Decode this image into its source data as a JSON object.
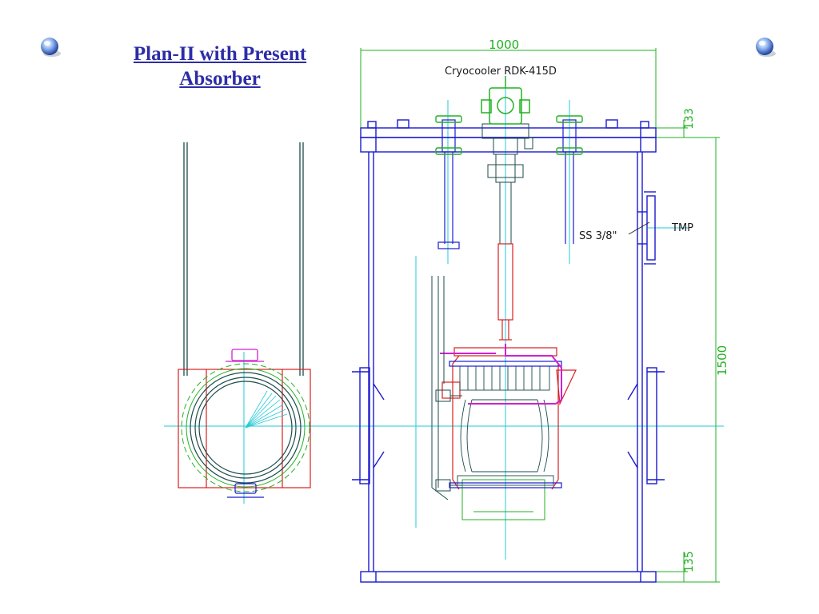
{
  "slide": {
    "title_line1": "Plan-II with Present",
    "title_line2": "Absorber"
  },
  "drawing": {
    "dim_width": "1000",
    "dim_height": "1500",
    "dim_top_gap": "133",
    "dim_bottom_gap": "135",
    "cryocooler_label": "Cryocooler RDK-415D",
    "pipe_label": "SS 3/8\"",
    "pump_label": "TMP"
  },
  "colors": {
    "title": "#2c2ca8",
    "vessel": "#1a1ad0",
    "dimension": "#22b022",
    "centerline": "#20c8d8",
    "heater": "#d82020",
    "pipe": "#d020d0",
    "dark_line": "#1c4a4a"
  },
  "icons": [
    "sphere-bullet-icon",
    "sphere-bullet-icon"
  ]
}
